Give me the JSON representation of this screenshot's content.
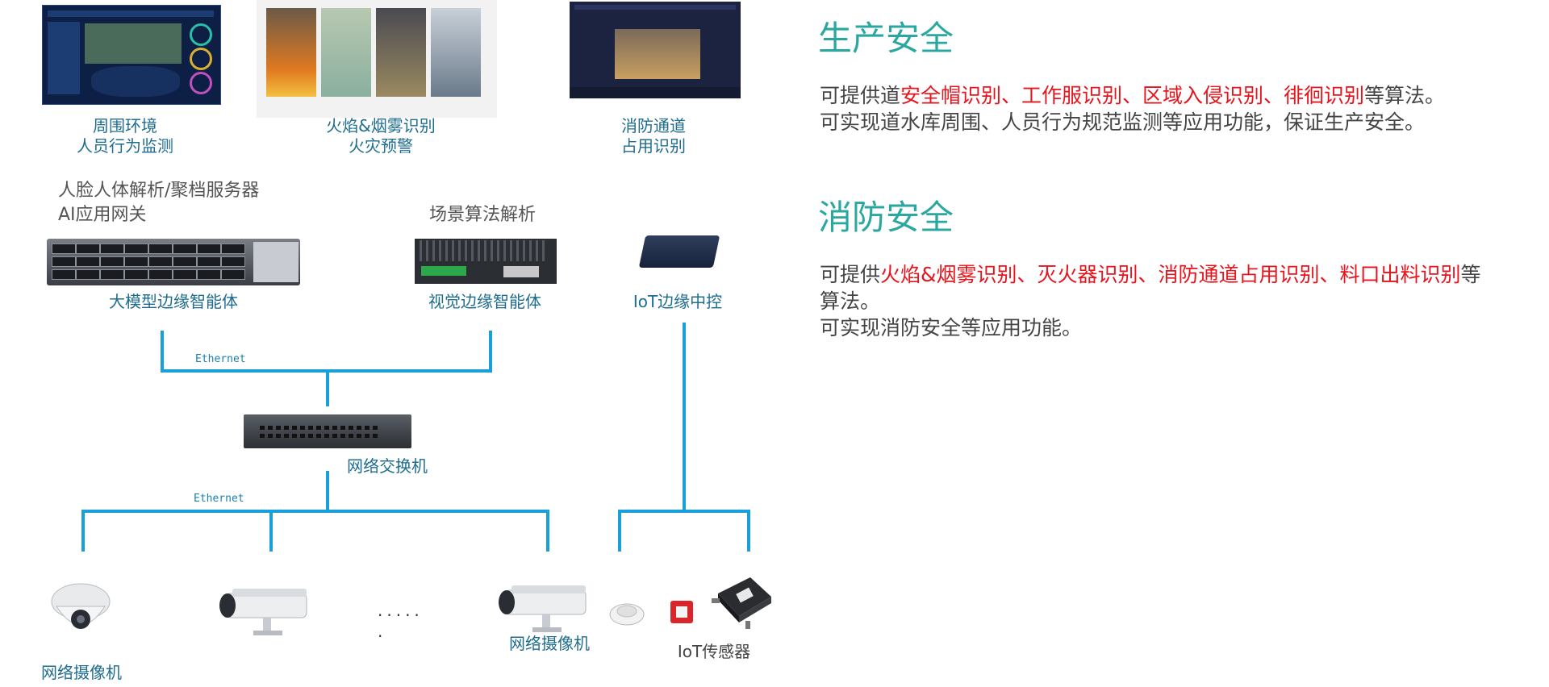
{
  "top_captions": [
    {
      "line1": "周围环境",
      "line2": "人员行为监测"
    },
    {
      "line1": "火焰&烟雾识别",
      "line2": "火灾预警"
    },
    {
      "line1": "消防通道",
      "line2": "占用识别"
    }
  ],
  "server_labels": {
    "big_line1": "人脸人体解析/聚档服务器",
    "big_line2": "AI应用网关",
    "vision_top": "场景算法解析"
  },
  "devices": {
    "big_model": "大模型边缘智能体",
    "vision": "视觉边缘智能体",
    "iot_hub": "IoT边缘中控",
    "switch": "网络交换机",
    "camera_left": "网络摄像机",
    "camera_right": "网络摄像机",
    "iot_sensor": "IoT传感器",
    "ellipsis_1": ".....",
    "ellipsis_2": "."
  },
  "network": {
    "eth_upper": "Ethernet",
    "eth_lower": "Ethernet"
  },
  "sections": {
    "production": {
      "title": "生产安全",
      "line1_prefix": "可提供道",
      "line1_highlight": "安全帽识别、工作服识别、区域入侵识别、徘徊识别",
      "line1_suffix": "等算法。",
      "line2": "可实现道水库周围、人员行为规范监测等应用功能，保证生产安全。"
    },
    "fire": {
      "title": "消防安全",
      "line1_prefix": "可提供",
      "line1_highlight": "火焰&烟雾识别、灭火器识别、消防通道占用识别、料口出料识别",
      "line1_suffix": "等",
      "line1_wrap": "算法。",
      "line2": "可实现消防安全等应用功能。"
    }
  },
  "colors": {
    "accent_title": "#2aa8a0",
    "highlight": "#e8131b",
    "network_line": "#1aa0d8",
    "caption": "#1e6c8f"
  }
}
